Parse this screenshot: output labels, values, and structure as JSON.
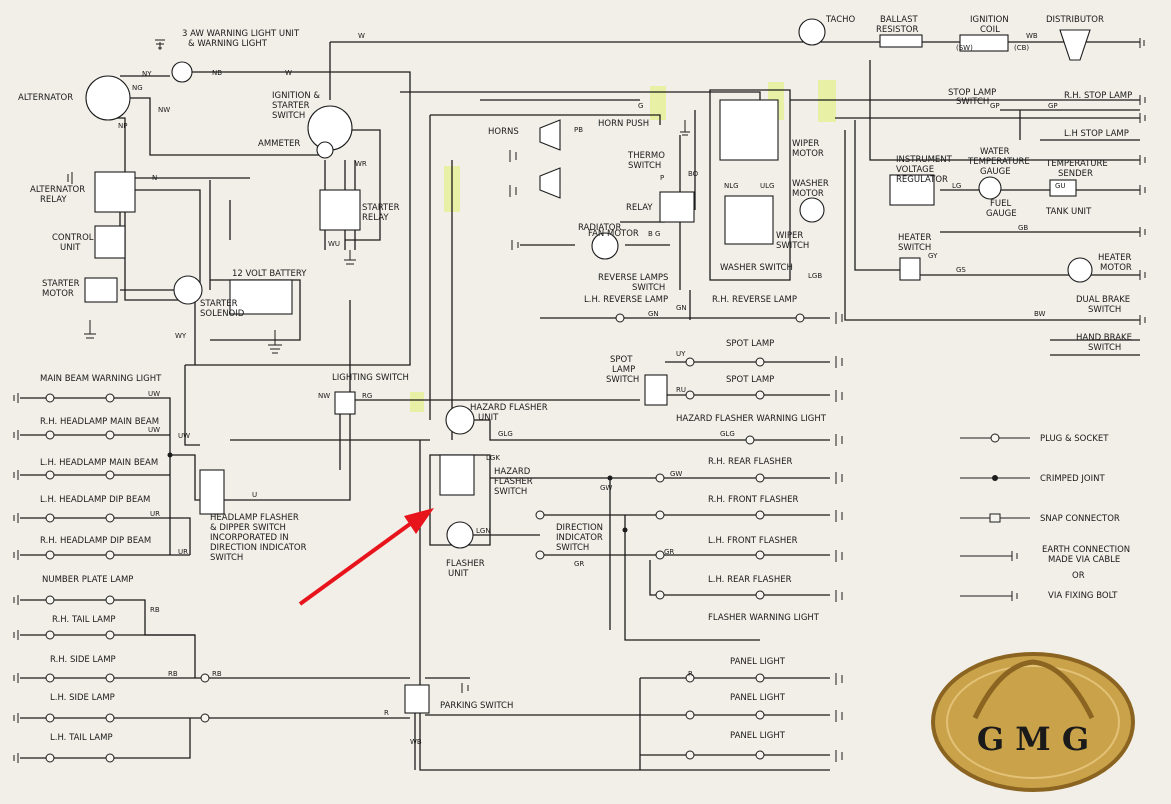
{
  "colors": {
    "wire": "#1c1c1c",
    "highlight": "#e4f093",
    "arrow": "#e8141c",
    "logo_gold": "#c9a24a",
    "logo_dark": "#8a6420",
    "paper": "#f2efe8"
  },
  "logo": {
    "text": "G M G"
  },
  "components": [
    {
      "id": "warning-light-unit",
      "text": "3 AW WARNING LIGHT UNIT"
    },
    {
      "id": "warning-light-sub",
      "text": "& WARNING LIGHT"
    },
    {
      "id": "alternator",
      "text": "ALTERNATOR"
    },
    {
      "id": "ignition-starter-1",
      "text": "IGNITION &"
    },
    {
      "id": "ignition-starter-2",
      "text": "STARTER"
    },
    {
      "id": "ignition-starter-3",
      "text": "SWITCH"
    },
    {
      "id": "ammeter",
      "text": "AMMETER"
    },
    {
      "id": "alternator-relay-1",
      "text": "ALTERNATOR"
    },
    {
      "id": "alternator-relay-2",
      "text": "RELAY"
    },
    {
      "id": "control-unit-1",
      "text": "CONTROL"
    },
    {
      "id": "control-unit-2",
      "text": "UNIT"
    },
    {
      "id": "starter-relay-1",
      "text": "STARTER"
    },
    {
      "id": "starter-relay-2",
      "text": "RELAY"
    },
    {
      "id": "starter-motor-1",
      "text": "STARTER"
    },
    {
      "id": "starter-motor-2",
      "text": "MOTOR"
    },
    {
      "id": "battery",
      "text": "12 VOLT BATTERY"
    },
    {
      "id": "starter-solenoid-1",
      "text": "STARTER"
    },
    {
      "id": "starter-solenoid-2",
      "text": "SOLENOID"
    },
    {
      "id": "horns",
      "text": "HORNS"
    },
    {
      "id": "horn-push",
      "text": "HORN PUSH"
    },
    {
      "id": "thermo-switch-1",
      "text": "THERMO"
    },
    {
      "id": "thermo-switch-2",
      "text": "SWITCH"
    },
    {
      "id": "relay",
      "text": "RELAY"
    },
    {
      "id": "radiator-fan-1",
      "text": "RADIATOR"
    },
    {
      "id": "radiator-fan-2",
      "text": "FAN MOTOR"
    },
    {
      "id": "reverse-lamps-switch-1",
      "text": "REVERSE LAMPS"
    },
    {
      "id": "reverse-lamps-switch-2",
      "text": "SWITCH"
    },
    {
      "id": "tacho",
      "text": "TACHO"
    },
    {
      "id": "ballast-1",
      "text": "BALLAST"
    },
    {
      "id": "ballast-2",
      "text": "RESISTOR"
    },
    {
      "id": "ignition-coil-1",
      "text": "IGNITION"
    },
    {
      "id": "ignition-coil-2",
      "text": "COIL"
    },
    {
      "id": "distributor",
      "text": "DISTRIBUTOR"
    },
    {
      "id": "wiper-motor-1",
      "text": "WIPER"
    },
    {
      "id": "wiper-motor-2",
      "text": "MOTOR"
    },
    {
      "id": "washer-motor-1",
      "text": "WASHER"
    },
    {
      "id": "washer-motor-2",
      "text": "MOTOR"
    },
    {
      "id": "wiper-switch-1",
      "text": "WIPER"
    },
    {
      "id": "wiper-switch-2",
      "text": "SWITCH"
    },
    {
      "id": "washer-switch",
      "text": "WASHER SWITCH"
    },
    {
      "id": "stop-lamp-switch-1",
      "text": "STOP LAMP"
    },
    {
      "id": "stop-lamp-switch-2",
      "text": "SWITCH"
    },
    {
      "id": "rh-stop-lamp",
      "text": "R.H. STOP LAMP"
    },
    {
      "id": "lh-stop-lamp",
      "text": "L.H STOP LAMP"
    },
    {
      "id": "instrument-vr-1",
      "text": "INSTRUMENT"
    },
    {
      "id": "instrument-vr-2",
      "text": "VOLTAGE"
    },
    {
      "id": "instrument-vr-3",
      "text": "REGULATOR"
    },
    {
      "id": "water-temp-1",
      "text": "WATER"
    },
    {
      "id": "water-temp-2",
      "text": "TEMPERATURE"
    },
    {
      "id": "water-temp-3",
      "text": "GAUGE"
    },
    {
      "id": "temp-sender-1",
      "text": "TEMPERATURE"
    },
    {
      "id": "temp-sender-2",
      "text": "SENDER"
    },
    {
      "id": "fuel-gauge-1",
      "text": "FUEL"
    },
    {
      "id": "fuel-gauge-2",
      "text": "GAUGE"
    },
    {
      "id": "tank-unit",
      "text": "TANK UNIT"
    },
    {
      "id": "heater-switch-1",
      "text": "HEATER"
    },
    {
      "id": "heater-switch-2",
      "text": "SWITCH"
    },
    {
      "id": "heater-motor-1",
      "text": "HEATER"
    },
    {
      "id": "heater-motor-2",
      "text": "MOTOR"
    },
    {
      "id": "dual-brake-1",
      "text": "DUAL BRAKE"
    },
    {
      "id": "dual-brake-2",
      "text": "SWITCH"
    },
    {
      "id": "hand-brake-1",
      "text": "HAND BRAKE"
    },
    {
      "id": "hand-brake-2",
      "text": "SWITCH"
    },
    {
      "id": "lh-reverse-lamp",
      "text": "L.H. REVERSE LAMP"
    },
    {
      "id": "rh-reverse-lamp",
      "text": "R.H. REVERSE LAMP"
    },
    {
      "id": "spot-lamp-switch-1",
      "text": "SPOT"
    },
    {
      "id": "spot-lamp-switch-2",
      "text": "LAMP"
    },
    {
      "id": "spot-lamp-switch-3",
      "text": "SWITCH"
    },
    {
      "id": "spot-lamp-a",
      "text": "SPOT LAMP"
    },
    {
      "id": "spot-lamp-b",
      "text": "SPOT LAMP"
    },
    {
      "id": "lighting-switch",
      "text": "LIGHTING SWITCH"
    },
    {
      "id": "hazard-flasher-unit-1",
      "text": "HAZARD FLASHER"
    },
    {
      "id": "hazard-flasher-unit-2",
      "text": "UNIT"
    },
    {
      "id": "hazard-warning-light",
      "text": "HAZARD FLASHER WARNING LIGHT"
    },
    {
      "id": "hazard-flasher-switch-1",
      "text": "HAZARD"
    },
    {
      "id": "hazard-flasher-switch-2",
      "text": "FLASHER"
    },
    {
      "id": "hazard-flasher-switch-3",
      "text": "SWITCH"
    },
    {
      "id": "main-beam-warning",
      "text": "MAIN BEAM WARNING LIGHT"
    },
    {
      "id": "rh-headlamp-main",
      "text": "R.H. HEADLAMP MAIN BEAM"
    },
    {
      "id": "lh-headlamp-main",
      "text": "L.H. HEADLAMP MAIN BEAM"
    },
    {
      "id": "lh-headlamp-dip",
      "text": "L.H. HEADLAMP DIP BEAM"
    },
    {
      "id": "rh-headlamp-dip",
      "text": "R.H. HEADLAMP DIP BEAM"
    },
    {
      "id": "headlamp-flasher-1",
      "text": "HEADLAMP FLASHER"
    },
    {
      "id": "headlamp-flasher-2",
      "text": "& DIPPER SWITCH"
    },
    {
      "id": "headlamp-flasher-3",
      "text": "INCORPORATED IN"
    },
    {
      "id": "headlamp-flasher-4",
      "text": "DIRECTION INDICATOR"
    },
    {
      "id": "headlamp-flasher-5",
      "text": "SWITCH"
    },
    {
      "id": "flasher-unit-1",
      "text": "FLASHER"
    },
    {
      "id": "flasher-unit-2",
      "text": "UNIT"
    },
    {
      "id": "direction-indicator-1",
      "text": "DIRECTION"
    },
    {
      "id": "direction-indicator-2",
      "text": "INDICATOR"
    },
    {
      "id": "direction-indicator-3",
      "text": "SWITCH"
    },
    {
      "id": "rh-rear-flasher",
      "text": "R.H. REAR FLASHER"
    },
    {
      "id": "rh-front-flasher",
      "text": "R.H. FRONT FLASHER"
    },
    {
      "id": "lh-front-flasher",
      "text": "L.H. FRONT FLASHER"
    },
    {
      "id": "lh-rear-flasher",
      "text": "L.H. REAR FLASHER"
    },
    {
      "id": "flasher-warning",
      "text": "FLASHER WARNING LIGHT"
    },
    {
      "id": "number-plate",
      "text": "NUMBER PLATE LAMP"
    },
    {
      "id": "rh-tail",
      "text": "R.H. TAIL LAMP"
    },
    {
      "id": "rh-side",
      "text": "R.H. SIDE LAMP"
    },
    {
      "id": "lh-side",
      "text": "L.H. SIDE LAMP"
    },
    {
      "id": "lh-tail",
      "text": "L.H. TAIL LAMP"
    },
    {
      "id": "parking-switch",
      "text": "PARKING SWITCH"
    },
    {
      "id": "panel-light-a",
      "text": "PANEL LIGHT"
    },
    {
      "id": "panel-light-b",
      "text": "PANEL LIGHT"
    },
    {
      "id": "panel-light-c",
      "text": "PANEL LIGHT"
    }
  ],
  "wire_codes": [
    {
      "id": "c-ny",
      "text": "NY"
    },
    {
      "id": "c-nb",
      "text": "NB"
    },
    {
      "id": "c-w1",
      "text": "W"
    },
    {
      "id": "c-w2",
      "text": "W"
    },
    {
      "id": "c-ng",
      "text": "NG"
    },
    {
      "id": "c-nw",
      "text": "NW"
    },
    {
      "id": "c-np",
      "text": "NP"
    },
    {
      "id": "c-n1",
      "text": "N"
    },
    {
      "id": "c-wr",
      "text": "WR"
    },
    {
      "id": "c-wu",
      "text": "WU"
    },
    {
      "id": "c-wy",
      "text": "WY"
    },
    {
      "id": "c-pb",
      "text": "PB"
    },
    {
      "id": "c-p1",
      "text": "P"
    },
    {
      "id": "c-g1",
      "text": "G"
    },
    {
      "id": "c-bo",
      "text": "BO"
    },
    {
      "id": "c-bg",
      "text": "B G"
    },
    {
      "id": "c-gn",
      "text": "GN"
    },
    {
      "id": "c-gn2",
      "text": "GN"
    },
    {
      "id": "c-lgb",
      "text": "LGB"
    },
    {
      "id": "c-nlg",
      "text": "NLG"
    },
    {
      "id": "c-ulg",
      "text": "ULG"
    },
    {
      "id": "c-lg1",
      "text": "LG"
    },
    {
      "id": "c-gp",
      "text": "GP"
    },
    {
      "id": "c-gp2",
      "text": "GP"
    },
    {
      "id": "c-gu",
      "text": "GU"
    },
    {
      "id": "c-gb",
      "text": "GB"
    },
    {
      "id": "c-gy",
      "text": "GY"
    },
    {
      "id": "c-gs",
      "text": "GS"
    },
    {
      "id": "c-bw",
      "text": "BW"
    },
    {
      "id": "c-wb",
      "text": "WB"
    },
    {
      "id": "c-sw",
      "text": "(SW)"
    },
    {
      "id": "c-cb",
      "text": "(CB)"
    },
    {
      "id": "c-uy",
      "text": "UY"
    },
    {
      "id": "c-ru",
      "text": "RU"
    },
    {
      "id": "c-rg",
      "text": "RG"
    },
    {
      "id": "c-nw2",
      "text": "NW"
    },
    {
      "id": "c-glg",
      "text": "GLG"
    },
    {
      "id": "c-glg2",
      "text": "GLG"
    },
    {
      "id": "c-lgk",
      "text": "LGK"
    },
    {
      "id": "c-lgn",
      "text": "LGN"
    },
    {
      "id": "c-uw",
      "text": "UW"
    },
    {
      "id": "c-uw2",
      "text": "UW"
    },
    {
      "id": "c-uw3",
      "text": "UW"
    },
    {
      "id": "c-ur",
      "text": "UR"
    },
    {
      "id": "c-ur2",
      "text": "UR"
    },
    {
      "id": "c-gw",
      "text": "GW"
    },
    {
      "id": "c-gw2",
      "text": "GW"
    },
    {
      "id": "c-gr",
      "text": "GR"
    },
    {
      "id": "c-gr2",
      "text": "GR"
    },
    {
      "id": "c-rb",
      "text": "RB"
    },
    {
      "id": "c-rb2",
      "text": "RB"
    },
    {
      "id": "c-rb3",
      "text": "RB"
    },
    {
      "id": "c-r1",
      "text": "R"
    },
    {
      "id": "c-r2",
      "text": "R"
    },
    {
      "id": "c-wb2",
      "text": "WB"
    },
    {
      "id": "c-u1",
      "text": "U"
    }
  ],
  "legend": [
    {
      "id": "plug",
      "text": "PLUG & SOCKET"
    },
    {
      "id": "crimped",
      "text": "CRIMPED JOINT"
    },
    {
      "id": "snap",
      "text": "SNAP CONNECTOR"
    },
    {
      "id": "earth1",
      "text": "EARTH CONNECTION"
    },
    {
      "id": "earth2",
      "text": "MADE VIA CABLE"
    },
    {
      "id": "earth3",
      "text": "OR"
    },
    {
      "id": "earth4",
      "text": "VIA FIXING BOLT"
    }
  ]
}
